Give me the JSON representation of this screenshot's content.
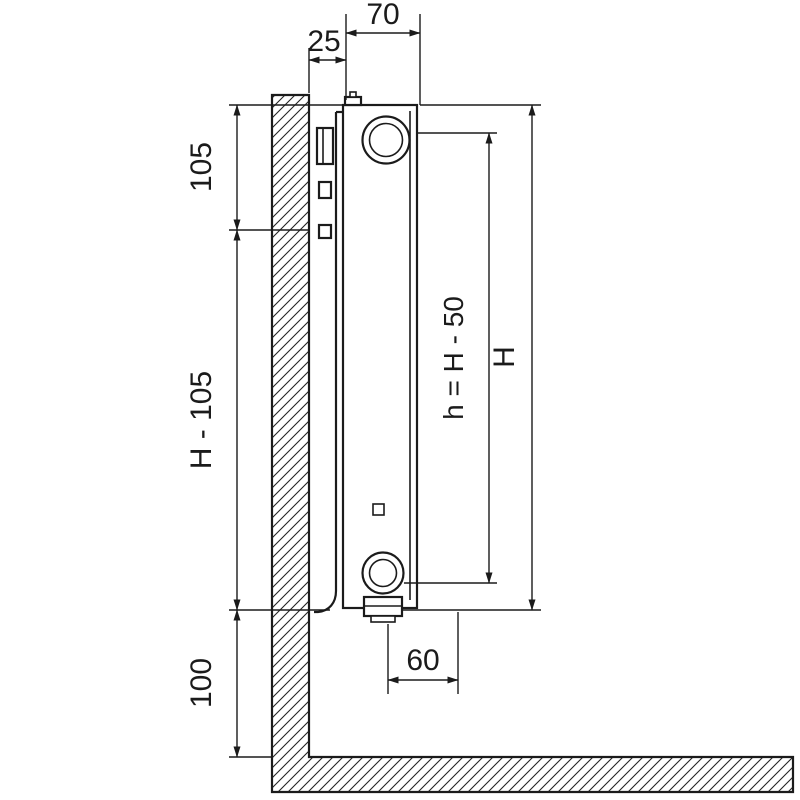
{
  "colors": {
    "line": "#1b1b1b",
    "background": "#ffffff"
  },
  "labels": {
    "depth": "70",
    "wall_gap": "25",
    "top_offset": "105",
    "middle_span": "H - 105",
    "floor_clearance": "100",
    "bottom_offset": "60",
    "connection_distance": "h = H - 50",
    "overall_height": "H"
  }
}
